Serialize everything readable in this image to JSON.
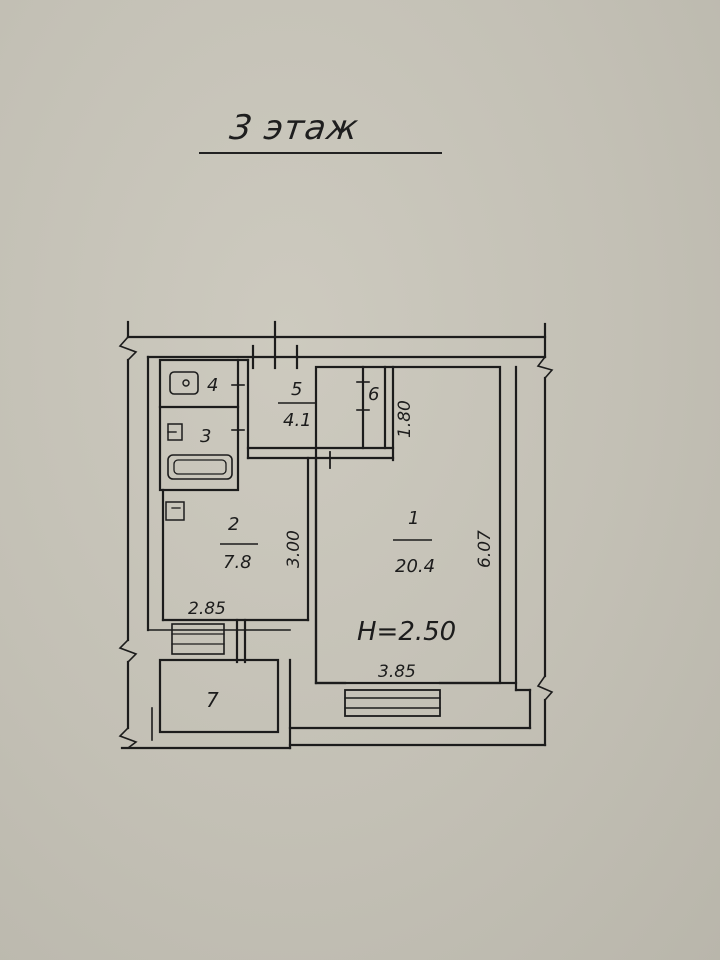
{
  "floor_title": "3 этаж",
  "rooms": [
    {
      "number": "1",
      "area": "20.4"
    },
    {
      "number": "2",
      "area": "7.8"
    },
    {
      "number": "3"
    },
    {
      "number": "4"
    },
    {
      "number": "5",
      "area": "4.1"
    },
    {
      "number": "6"
    },
    {
      "number": "7"
    }
  ],
  "dimensions": {
    "room1_length": "6.07",
    "room1_width": "3.85",
    "room2_length": "3.00",
    "room2_width": "2.85",
    "hall_length": "1.80"
  },
  "ceiling_height": "H=2.50",
  "colors": {
    "paper": "#c4c1b6",
    "ink": "#1c1c1c"
  }
}
